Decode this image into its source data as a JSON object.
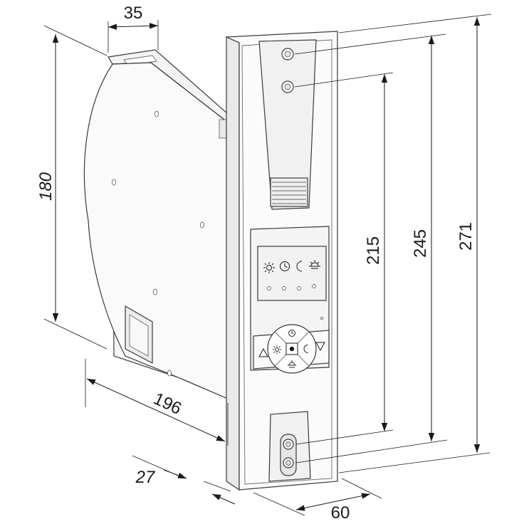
{
  "diagram": {
    "dimensions": {
      "top_depth": "35",
      "body_height": "180",
      "body_width": "196",
      "front_thickness": "27",
      "front_width": "60",
      "hole_spacing": "215",
      "mount_height": "245",
      "total_height": "271"
    },
    "colors": {
      "line": "#1a1a1a",
      "panel_fill": "#fbfbfb",
      "shade_fill": "#e9e9e9",
      "display_fill": "#f2f2f2"
    },
    "icons": {
      "display": [
        "sun-icon",
        "clock-icon",
        "moon-icon",
        "sunset-icon"
      ],
      "keypad": [
        "up-triangle-icon",
        "sun-icon",
        "clock-icon",
        "center-dot-icon",
        "moon-icon",
        "sunset-icon",
        "down-triangle-icon"
      ]
    }
  }
}
